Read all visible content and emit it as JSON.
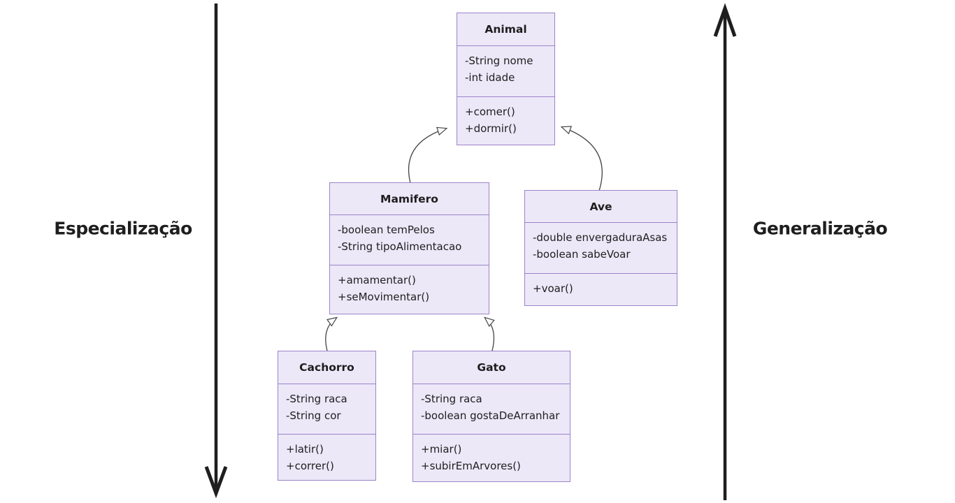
{
  "diagram": {
    "type": "uml-class-diagram",
    "side_labels": {
      "left": "Especialização",
      "right": "Generalização"
    },
    "colors": {
      "background": "#ffffff",
      "class_fill": "#ece8f8",
      "class_border": "#9c83c9",
      "connector_stroke": "#444444",
      "big_arrow": "#1e1e1e",
      "text": "#1e1e1e"
    },
    "classes": [
      {
        "name": "Animal",
        "attributes": [
          "-String nome",
          "-int idade"
        ],
        "methods": [
          "+comer()",
          "+dormir()"
        ]
      },
      {
        "name": "Mamifero",
        "attributes": [
          "-boolean temPelos",
          "-String tipoAlimentacao"
        ],
        "methods": [
          "+amamentar()",
          "+seMovimentar()"
        ]
      },
      {
        "name": "Ave",
        "attributes": [
          "-double envergaduraAsas",
          "-boolean sabeVoar"
        ],
        "methods": [
          "+voar()"
        ]
      },
      {
        "name": "Cachorro",
        "attributes": [
          "-String raca",
          "-String cor"
        ],
        "methods": [
          "+latir()",
          "+correr()"
        ]
      },
      {
        "name": "Gato",
        "attributes": [
          "-String raca",
          "-boolean gostaDeArranhar"
        ],
        "methods": [
          "+miar()",
          "+subirEmArvores()"
        ]
      }
    ],
    "relationships": [
      {
        "from": "Mamifero",
        "to": "Animal",
        "type": "generalization"
      },
      {
        "from": "Ave",
        "to": "Animal",
        "type": "generalization"
      },
      {
        "from": "Cachorro",
        "to": "Mamifero",
        "type": "generalization"
      },
      {
        "from": "Gato",
        "to": "Mamifero",
        "type": "generalization"
      }
    ]
  }
}
